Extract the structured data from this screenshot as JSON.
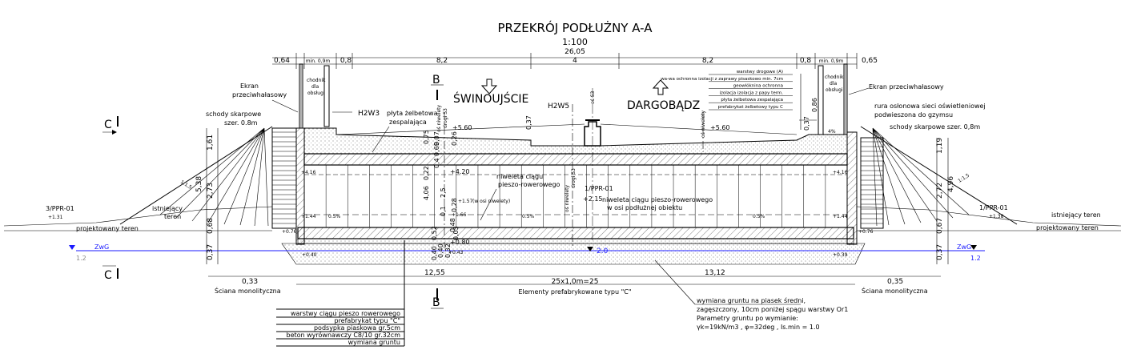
{
  "title": "PRZEKRÓJ PODŁUŻNY A-A",
  "scale": "1:100",
  "total_length": "26,05",
  "dims_top": [
    "0,64",
    "min. 0,9m",
    "0,8",
    "8,2",
    "4",
    "8,2",
    "0,8",
    "min. 0,9m",
    "0,65"
  ],
  "dims_bottom": {
    "left_wall": "0,33",
    "left_wall_label": "Ściana monolityczna",
    "mid_left": "12,55",
    "mid_right": "13,12",
    "elements": "25x1,0m=25",
    "elements_label": "Elementy prefabrykowane typu \"C\"",
    "right_wall": "0,35",
    "right_wall_label": "Ściana monolityczna"
  },
  "directions": {
    "left": "ŚWINOUJŚCIE",
    "right": "DARGOBĄDZ"
  },
  "section_marks": {
    "b": "B",
    "c": "C"
  },
  "labels": {
    "ekran_left": [
      "Ekran",
      "przeciwhałasowy"
    ],
    "ekran_right": "Ekran przeciwhałasowy",
    "chodnik": [
      "chodnik",
      "dla",
      "obsługi"
    ],
    "schody_left": [
      "schody skarpowe",
      "szer. 0.8m"
    ],
    "schody_right": "schody skarpowe szer. 0,8m",
    "plyta": [
      "płyta żelbetowa",
      "zespalająca"
    ],
    "rura": [
      "rura osłonowa sieci oświetleniowej",
      "podwieszona do gzymsu"
    ],
    "h2w3": "H2W3",
    "h2w5": "H2W5",
    "os_s3": "oś S3",
    "os_niwelety_s3": [
      "oś niwelety",
      "drogi S3"
    ],
    "os_niwelety": "oś niwelety",
    "niweleta_left": [
      "niweleta ciągu",
      "pieszo-rowerowego"
    ],
    "niweleta_right": [
      "niweleta ciągu pieszo-rowerowego",
      "w osi podłużnej obiektu"
    ],
    "w_osi_niw": "(w osi niwelety)",
    "os_niwelety_mid": [
      "oś niwelety",
      "drogi S3"
    ],
    "ppr_left": "3/PPR-01",
    "ppr_mid": "1/PPR-01",
    "ppr_right": "1/PPR-01",
    "istniejacy_left": [
      "istniejący",
      "teren"
    ],
    "istniejacy_right": "istniejący teren",
    "projektowany": "projektowany teren",
    "zwg": "ZwG",
    "water_mid": "2.0",
    "water_left": "1.2",
    "water_right": "1.2",
    "slope": "1:1,5",
    "pct_4": "4%",
    "pct_05": "0.5%"
  },
  "layers_right": [
    "warstwy drogowe (A)",
    "wa-wa ochronna izolacji z zaprawy pisaskowo min. 7cm",
    "geowłóknina ochronna",
    "izolacja izolacja z papy term.",
    "płyta żelbetowa zespalająca",
    "prefabrykat żelbetowy typu C"
  ],
  "legend": [
    "warstwy ciągu pieszo rowerowego",
    "prefabrykat typu \"C\"",
    "podsypka piaskowa gr.5cm",
    "beton wyrównawczy C8/10 gr.32cm",
    "wymiana gruntu"
  ],
  "soil_note": [
    "wymiana gruntu na piasek średni,",
    "zagęszczony, 10cm poniżej spągu warstwy Or1",
    "Parametry gruntu po wymianie:",
    "γk=19kN/m3 , φ=32deg , Is.min = 1.0"
  ],
  "levels": {
    "top_l": "+5.60",
    "top_r": "+5.60",
    "l416": "+4.16",
    "l420": "+4.20",
    "r416": "+4.16",
    "l157": "+1.57",
    "l215": "+2.15",
    "l144": "+1.44",
    "l166": "+1.66",
    "r144": "+1.44",
    "l076": "+0.76",
    "l080": "+0.80",
    "r076": "+0.76",
    "l040": "+0.40",
    "l043": "+0.43",
    "r039": "+0.39",
    "l131": "+1.31",
    "r138": "+1.38"
  },
  "vdims_left": [
    "1,61",
    "5,38",
    "2,73",
    "0,68",
    "0,37"
  ],
  "vdims_right": [
    "1,19",
    "2,72",
    "4,96",
    "0,67",
    "0,37"
  ],
  "vdims_mid": [
    "0,75",
    "0,22",
    "4,06",
    "0,07",
    "0,69",
    "0,4",
    "0,26",
    "0,28",
    "2,5",
    "0,1",
    "0,05",
    "0,48",
    "0,37",
    "0,40",
    "0,52",
    "0,37",
    "0,86",
    "0,40",
    "0,32"
  ]
}
